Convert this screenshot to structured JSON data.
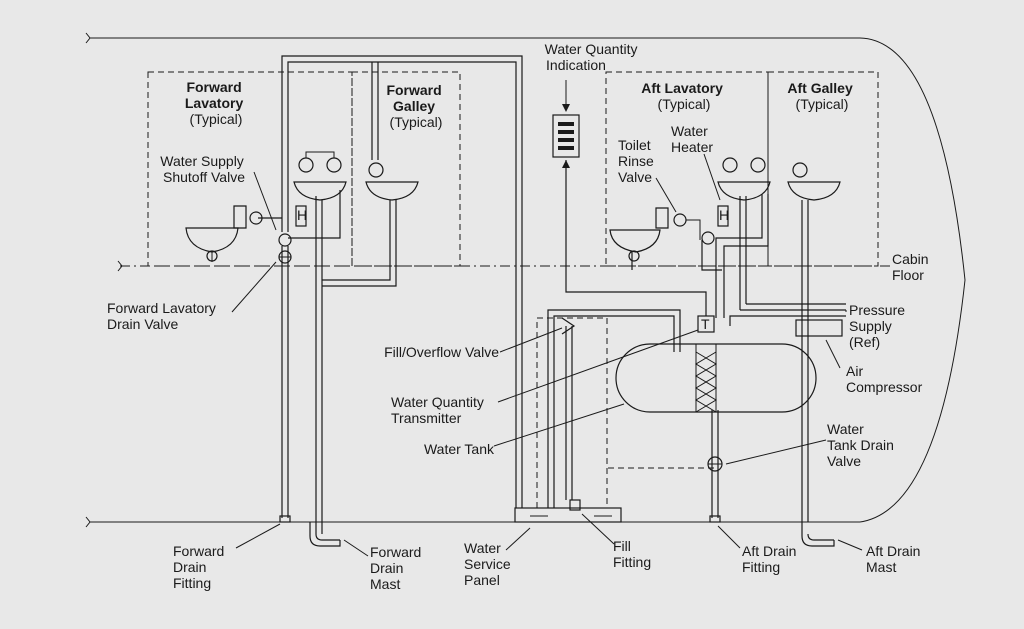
{
  "labels": {
    "water_quantity_indication": [
      "Water Quantity",
      "Indication"
    ],
    "forward_lavatory": [
      "Forward",
      "Lavatory",
      "(Typical)"
    ],
    "forward_galley": [
      "Forward",
      "Galley",
      "(Typical)"
    ],
    "aft_lavatory": [
      "Aft Lavatory",
      "(Typical)"
    ],
    "aft_galley": [
      "Aft Galley",
      "(Typical)"
    ],
    "water_supply_shutoff_valve": [
      "Water Supply",
      "Shutoff Valve"
    ],
    "toilet_rinse_valve": [
      "Toilet",
      "Rinse",
      "Valve"
    ],
    "water_heater": [
      "Water",
      "Heater"
    ],
    "cabin_floor": [
      "Cabin",
      "Floor"
    ],
    "forward_lavatory_drain_valve": [
      "Forward Lavatory",
      "Drain Valve"
    ],
    "pressure_supply": [
      "Pressure",
      "Supply",
      "(Ref)"
    ],
    "fill_overflow_valve": [
      "Fill/Overflow Valve"
    ],
    "air_compressor": [
      "Air",
      "Compressor"
    ],
    "water_quantity_transmitter": [
      "Water Quantity",
      "Transmitter"
    ],
    "water_tank": [
      "Water Tank"
    ],
    "water_tank_drain_valve": [
      "Water",
      "Tank Drain",
      "Valve"
    ],
    "forward_drain_fitting": [
      "Forward",
      "Drain",
      "Fitting"
    ],
    "forward_drain_mast": [
      "Forward",
      "Drain",
      "Mast"
    ],
    "water_service_panel": [
      "Water",
      "Service",
      "Panel"
    ],
    "fill_fitting": [
      "Fill",
      "Fitting"
    ],
    "aft_drain_fitting": [
      "Aft Drain",
      "Fitting"
    ],
    "aft_drain_mast": [
      "Aft Drain",
      "Mast"
    ]
  },
  "symbols": {
    "transmitter": "T",
    "heater_fwd": "H",
    "heater_aft": "H"
  }
}
